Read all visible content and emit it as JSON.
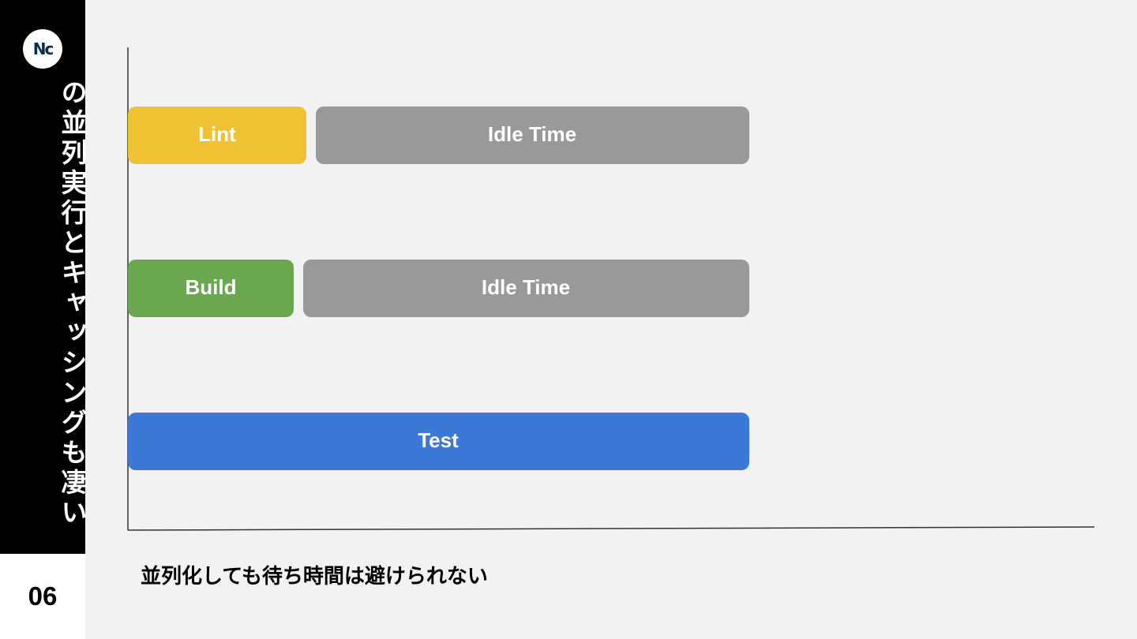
{
  "sidebar": {
    "logo_text": "Nc",
    "title": "の並列実行とキャッシングも凄い",
    "page_number": "06"
  },
  "chart": {
    "colors": {
      "lint": "#f0c233",
      "build": "#6aa84f",
      "test": "#3c78d8",
      "idle": "#999999"
    },
    "rows": [
      {
        "segments": [
          {
            "label": "Lint",
            "color": "#f0c233"
          },
          {
            "label": "Idle Time",
            "color": "#999999"
          }
        ]
      },
      {
        "segments": [
          {
            "label": "Build",
            "color": "#6aa84f"
          },
          {
            "label": "Idle Time",
            "color": "#999999"
          }
        ]
      },
      {
        "segments": [
          {
            "label": "Test",
            "color": "#3c78d8"
          }
        ]
      }
    ]
  },
  "caption": "並列化しても待ち時間は避けられない"
}
